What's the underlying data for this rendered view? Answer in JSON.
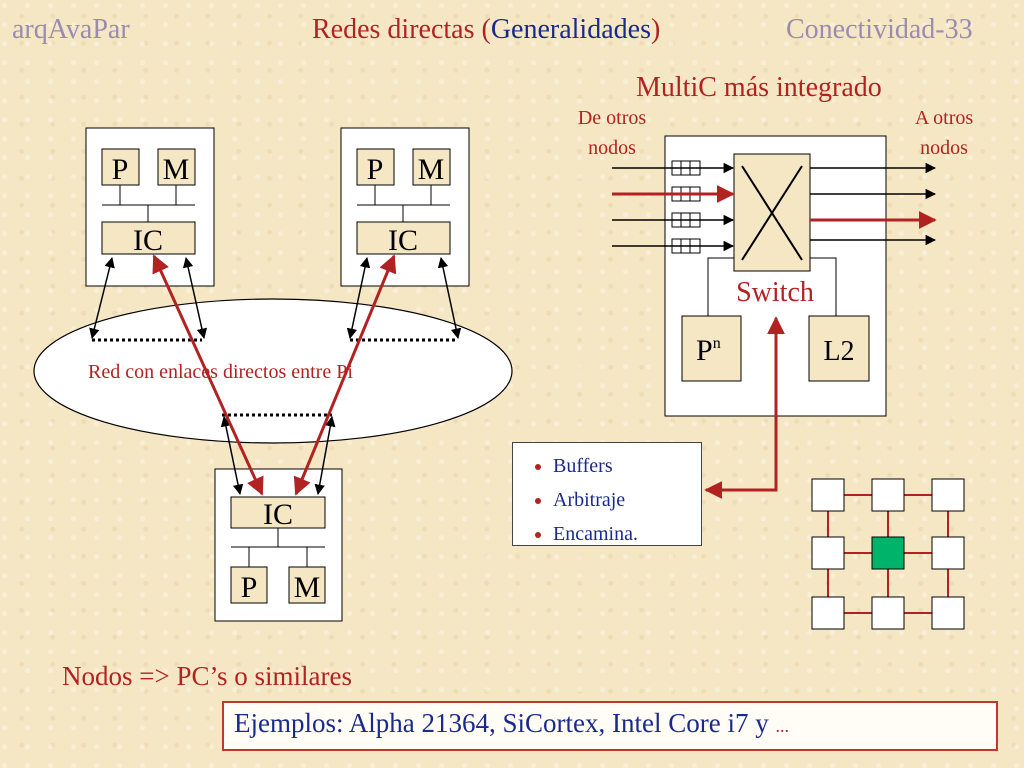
{
  "header": {
    "left": "arqAvaPar",
    "mid_prefix": "Redes directas (",
    "mid_gen": "Generalidades",
    "mid_suffix": ")",
    "right": "Conectividad-33"
  },
  "subtitle": "MultiC más integrado",
  "switch_panel": {
    "in_caption_1": "De otros",
    "in_caption_2": "nodos",
    "out_caption_1": "A otros",
    "out_caption_2": "nodos",
    "switch_label": "Switch",
    "pn_label": "P",
    "pn_sup": "n",
    "l2_label": "L2"
  },
  "nodes": {
    "p_label": "P",
    "m_label": "M",
    "ic_label": "IC"
  },
  "network_label": "Red con enlaces directos entre Pi",
  "buffer_list": [
    "Buffers",
    "Arbitraje",
    "Encamina."
  ],
  "footer": {
    "line1": "Nodos => PC’s o similares",
    "line2": "Ejemplos: Alpha 21364, SiCortex, Intel Core i7 y ",
    "line2_ellipsis": "..."
  },
  "colors": {
    "red": "#b22222",
    "blue": "#1a2a8c",
    "mesh_highlight": "#00b36b"
  }
}
